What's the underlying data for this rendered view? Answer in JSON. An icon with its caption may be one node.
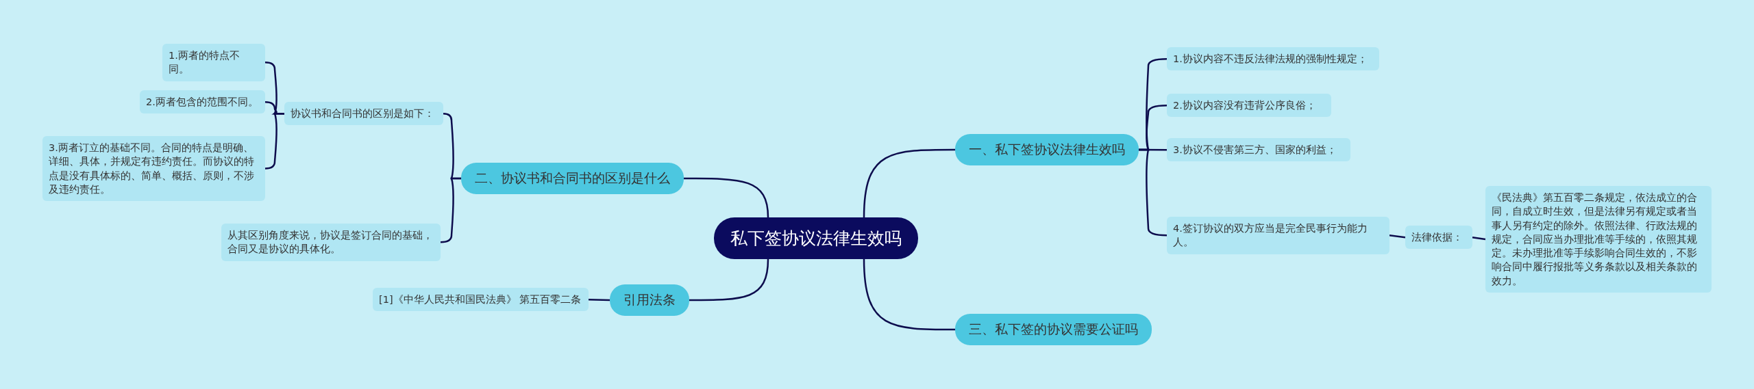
{
  "diagram": {
    "nodes": [
      {
        "text": [
          "私下签协议法律生效吗"
        ]
      },
      {
        "text": [
          "一、私下签协议法律生效吗"
        ]
      },
      {
        "text": [
          "1.协议内容不违反法律法规的强制性规定；"
        ]
      },
      {
        "text": [
          "2.协议内容没有违背公序良俗；"
        ]
      },
      {
        "text": [
          "3.协议不侵害第三方、国家的利益；"
        ]
      },
      {
        "text": [
          "4.签订协议的双方应当是完全民事行为能力人。"
        ]
      },
      {
        "text": [
          "法律依据："
        ]
      },
      {
        "text": [
          "《民法典》第五百零二条规定，依法成立的合同，自成立时生效，但是法律另有规定或者当事人另有约定的除外。依照法律、行政法规的规定，合同应当办理批准等手续的，依照其规定。未办理批准等手续影响合同生效的，不影响合同中履行报批等义务条款以及相关条款的效力。"
        ]
      },
      {
        "text": [
          "二、协议书和合同书的区别是什么"
        ]
      },
      {
        "text": [
          "协议书和合同书的区别是如下："
        ]
      },
      {
        "text": [
          "1.两者的特点不同。"
        ]
      },
      {
        "text": [
          "2.两者包含的范围不同。"
        ]
      },
      {
        "text": [
          "3.两者订立的基础不同。合同的特点是明确、详细、具体，并规定有违约责任。而协议的特点是没有具体标的、简单、概括、原则，不涉及违约责任。"
        ]
      },
      {
        "text": [
          "从其区别角度来说，协议是签订合同的基础，合同又是协议的具体化。"
        ]
      },
      {
        "text": [
          "引用法条"
        ]
      },
      {
        "text": [
          "[1]《中华人民共和国民法典》 第五百零二条"
        ]
      },
      {
        "text": [
          "三、私下签的协议需要公证吗"
        ]
      }
    ],
    "edges": [
      {
        "from": 0,
        "to": 1,
        "arrow": "none"
      },
      {
        "from": 1,
        "to": 2,
        "arrow": "none"
      },
      {
        "from": 1,
        "to": 3,
        "arrow": "none"
      },
      {
        "from": 1,
        "to": 4,
        "arrow": "none"
      },
      {
        "from": 1,
        "to": 5,
        "arrow": "none"
      },
      {
        "from": 5,
        "to": 6,
        "arrow": "none"
      },
      {
        "from": 6,
        "to": 7,
        "arrow": "none"
      },
      {
        "from": 0,
        "to": 8,
        "arrow": "none"
      },
      {
        "from": 8,
        "to": 9,
        "arrow": "none"
      },
      {
        "from": 9,
        "to": 10,
        "arrow": "none"
      },
      {
        "from": 9,
        "to": 11,
        "arrow": "none"
      },
      {
        "from": 9,
        "to": 12,
        "arrow": "none"
      },
      {
        "from": 8,
        "to": 13,
        "arrow": "none"
      },
      {
        "from": 0,
        "to": 14,
        "arrow": "none"
      },
      {
        "from": 14,
        "to": 15,
        "arrow": "none"
      },
      {
        "from": 0,
        "to": 16,
        "arrow": "none"
      }
    ]
  }
}
